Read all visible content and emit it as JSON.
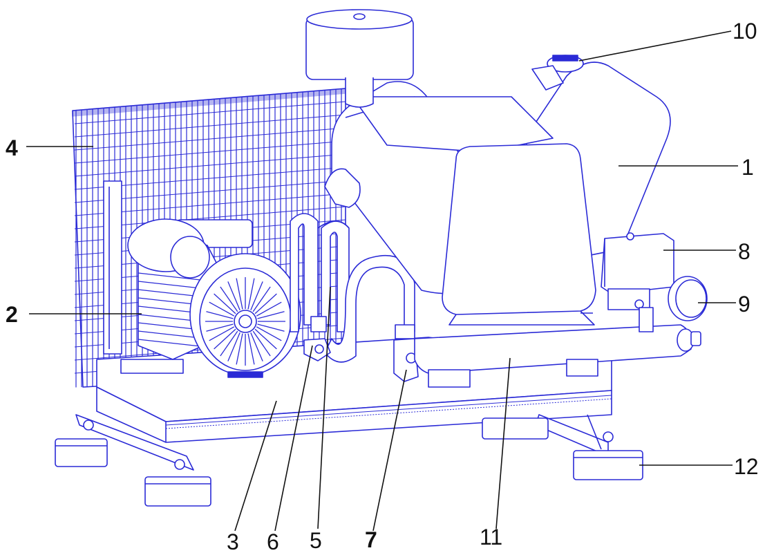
{
  "colors": {
    "line": "#2a2ad6",
    "label": "#111111",
    "background": "#ffffff"
  },
  "callouts": [
    {
      "id": "1",
      "text": "1"
    },
    {
      "id": "2",
      "text": "2"
    },
    {
      "id": "3",
      "text": "3"
    },
    {
      "id": "4",
      "text": "4"
    },
    {
      "id": "5",
      "text": "5"
    },
    {
      "id": "6",
      "text": "6"
    },
    {
      "id": "7",
      "text": "7"
    },
    {
      "id": "8",
      "text": "8"
    },
    {
      "id": "9",
      "text": "9"
    },
    {
      "id": "10",
      "text": "10"
    },
    {
      "id": "11",
      "text": "11"
    },
    {
      "id": "12",
      "text": "12"
    }
  ]
}
